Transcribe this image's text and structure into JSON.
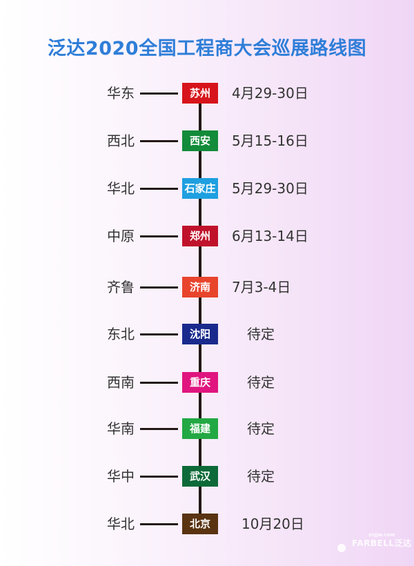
{
  "title": "泛达2020全国工程商大会巡展路线图",
  "stops": [
    {
      "region": "华东",
      "city": "苏州",
      "date": "4月29-30日",
      "color": "#d7141b"
    },
    {
      "region": "西北",
      "city": "西安",
      "date": "5月15-16日",
      "color": "#128b3a"
    },
    {
      "region": "华北",
      "city": "石家庄",
      "date": "5月29-30日",
      "color": "#1e9fe0"
    },
    {
      "region": "中原",
      "city": "郑州",
      "date": "6月13-14日",
      "color": "#c0112b"
    },
    {
      "region": "齐鲁",
      "city": "济南",
      "date": "7月3-4日",
      "color": "#e8442c"
    },
    {
      "region": "东北",
      "city": "沈阳",
      "date": "待定",
      "color": "#1a2a8c"
    },
    {
      "region": "西南",
      "city": "重庆",
      "date": "待定",
      "color": "#e0157f"
    },
    {
      "region": "华南",
      "city": "福建",
      "date": "待定",
      "color": "#22a844"
    },
    {
      "region": "华中",
      "city": "武汉",
      "date": "待定",
      "color": "#0d6a38"
    },
    {
      "region": "华北",
      "city": "北京",
      "date": "10月20日",
      "color": "#5a3311"
    }
  ],
  "watermark": {
    "small": "znjjw.com",
    "text": "FARBELL泛达 智能家居网"
  }
}
